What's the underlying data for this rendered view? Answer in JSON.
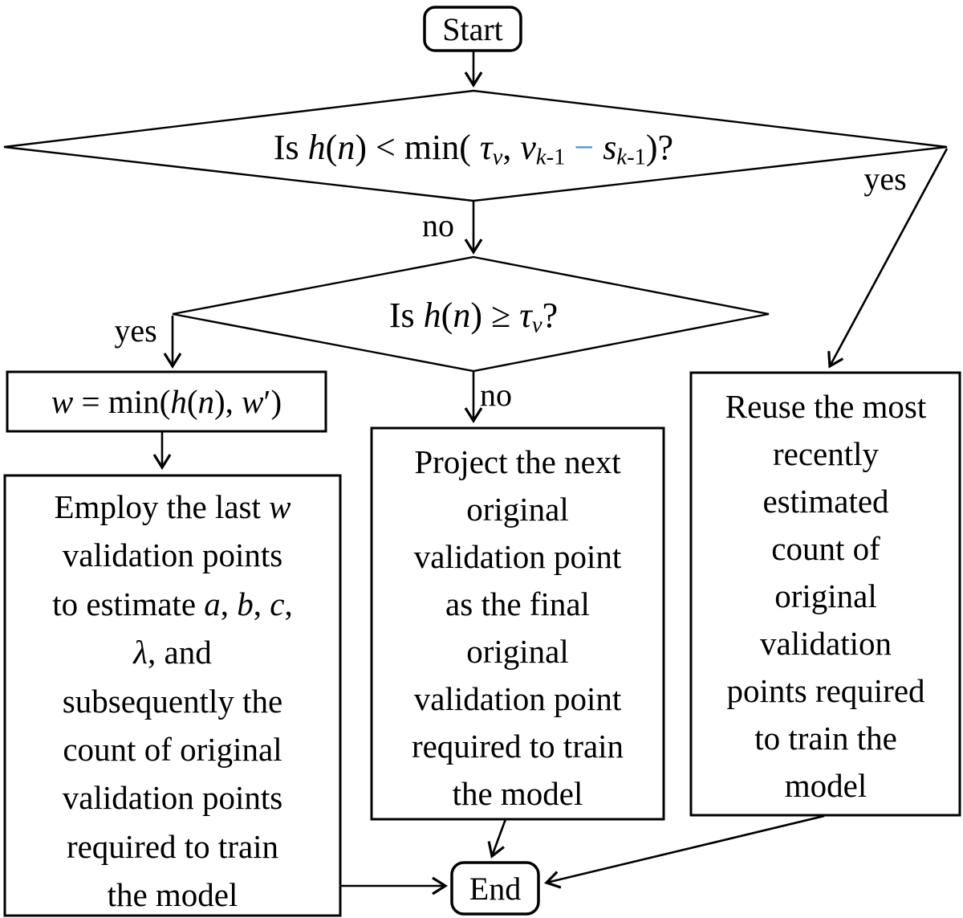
{
  "accent_blue": "#4b92d4",
  "nodes": {
    "start": {
      "label": "Start"
    },
    "end": {
      "label": "End"
    },
    "decision1": {
      "rich": [
        {
          "t": "Is "
        },
        {
          "t": "h",
          "i": 1
        },
        {
          "t": "("
        },
        {
          "t": "n",
          "i": 1
        },
        {
          "t": ") < min( "
        },
        {
          "t": "τ",
          "i": 1
        },
        {
          "t": "v",
          "i": 1,
          "sub": 1
        },
        {
          "t": ", "
        },
        {
          "t": "v",
          "i": 1
        },
        {
          "t": "k",
          "i": 1,
          "sub": 1
        },
        {
          "t": "-1",
          "sub": 1
        },
        {
          "t": " "
        },
        {
          "t": "−",
          "c": "#4b92d4"
        },
        {
          "t": " "
        },
        {
          "t": "s",
          "i": 1
        },
        {
          "t": "k",
          "i": 1,
          "sub": 1
        },
        {
          "t": "-1",
          "sub": 1
        },
        {
          "t": ")?"
        }
      ]
    },
    "decision2": {
      "rich": [
        {
          "t": "Is "
        },
        {
          "t": "h",
          "i": 1
        },
        {
          "t": "("
        },
        {
          "t": "n",
          "i": 1
        },
        {
          "t": ") ≥ "
        },
        {
          "t": "τ",
          "i": 1
        },
        {
          "t": "v",
          "i": 1,
          "sub": 1
        },
        {
          "t": "?"
        }
      ]
    },
    "assign_w": {
      "rich": [
        {
          "t": "w",
          "i": 1
        },
        {
          "t": " = min("
        },
        {
          "t": "h",
          "i": 1
        },
        {
          "t": "("
        },
        {
          "t": "n",
          "i": 1
        },
        {
          "t": "), "
        },
        {
          "t": "w",
          "i": 1
        },
        {
          "t": "′)"
        }
      ]
    },
    "employ_box": {
      "rich": [
        {
          "t": "Employ the last "
        },
        {
          "t": "w",
          "i": 1
        },
        {
          "t": "\nvalidation points\nto estimate "
        },
        {
          "t": "a",
          "i": 1
        },
        {
          "t": ", "
        },
        {
          "t": "b",
          "i": 1
        },
        {
          "t": ", "
        },
        {
          "t": "c",
          "i": 1
        },
        {
          "t": ",\n"
        },
        {
          "t": "λ",
          "i": 1
        },
        {
          "t": ", and\nsubsequently the\ncount of original\nvalidation points\nrequired to train\nthe model"
        }
      ]
    },
    "project_box": {
      "text": "Project the next\noriginal\nvalidation point\nas the final\noriginal\nvalidation point\nrequired to train\nthe model"
    },
    "reuse_box": {
      "text": "Reuse the most\nrecently\nestimated\ncount of\noriginal\nvalidation\npoints required\nto train the\nmodel"
    }
  },
  "edges": {
    "d1_yes": "yes",
    "d1_no": "no",
    "d2_yes": "yes",
    "d2_no": "no"
  }
}
